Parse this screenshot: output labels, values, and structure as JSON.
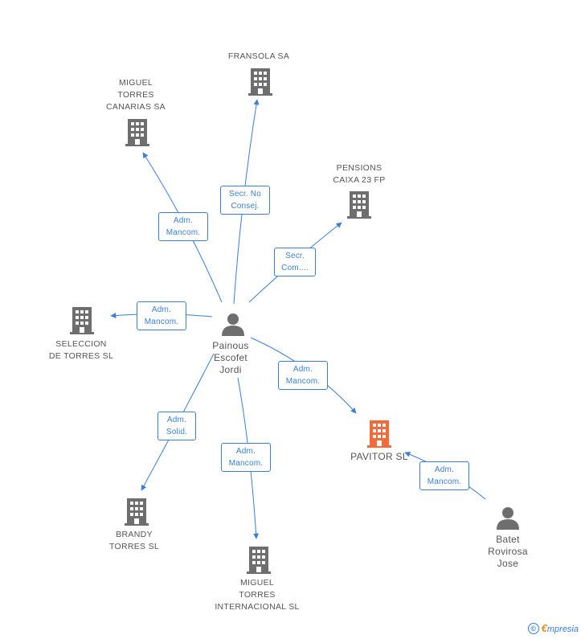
{
  "colors": {
    "edge": "#3a7fd6",
    "company": "#6e6e6e",
    "focus_company": "#f26b3a",
    "person": "#6e6e6e"
  },
  "nodes": {
    "fransola": {
      "lines": [
        "FRANSOLA SA"
      ]
    },
    "miguel_canarias": {
      "lines": [
        "MIGUEL",
        "TORRES",
        "CANARIAS SA"
      ]
    },
    "pensions": {
      "lines": [
        "PENSIONS",
        "CAIXA 23 FP"
      ]
    },
    "seleccion": {
      "lines": [
        "SELECCION",
        "DE TORRES SL"
      ]
    },
    "painous": {
      "lines": [
        "Painous",
        "Escofet",
        "Jordi"
      ]
    },
    "pavitor": {
      "lines": [
        "PAVITOR SL"
      ]
    },
    "brandy": {
      "lines": [
        "BRANDY",
        "TORRES SL"
      ]
    },
    "miguel_internacional": {
      "lines": [
        "MIGUEL",
        "TORRES",
        "INTERNACIONAL SL"
      ]
    },
    "batet": {
      "lines": [
        "Batet",
        "Rovirosa",
        "Jose"
      ]
    }
  },
  "edges": {
    "fransola": [
      "Secr.  No",
      "Consej."
    ],
    "miguel_canarias": [
      "Adm.",
      "Mancom."
    ],
    "pensions": [
      "Secr.",
      "Com...."
    ],
    "seleccion": [
      "Adm.",
      "Mancom."
    ],
    "pavitor": [
      "Adm.",
      "Mancom."
    ],
    "brandy": [
      "Adm.",
      "Solid."
    ],
    "miguel_internacional": [
      "Adm.",
      "Mancom."
    ],
    "batet_pavitor": [
      "Adm.",
      "Mancom."
    ]
  },
  "footer": {
    "copyright": "©",
    "brand_initial": "€",
    "brand_rest": "mpresia"
  }
}
